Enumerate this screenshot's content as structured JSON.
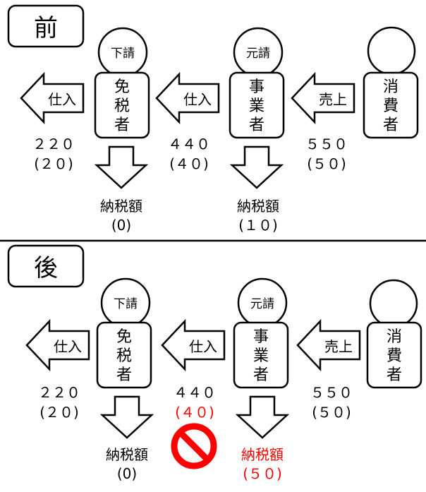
{
  "colors": {
    "stroke": "#000000",
    "fill": "#ffffff",
    "alert": "#ff0000"
  },
  "before": {
    "title": "前",
    "subcontractor": {
      "role": "下請",
      "name": [
        "免",
        "税",
        "者"
      ]
    },
    "prime": {
      "role": "元請",
      "name": [
        "事",
        "業",
        "者"
      ]
    },
    "consumer": {
      "name": [
        "消",
        "費",
        "者"
      ]
    },
    "arrows": {
      "purchase_left": "仕入",
      "purchase_mid": "仕入",
      "sales": "売上"
    },
    "amounts": {
      "a220": "２２０",
      "a220_tax": "(２０)",
      "a440": "４４０",
      "a440_tax": "(４０)",
      "a550": "５５０",
      "a550_tax": "(５０)"
    },
    "tax": {
      "label_sub": "納税額",
      "value_sub": "(0)",
      "label_prime": "納税額",
      "value_prime": "(１０)"
    }
  },
  "after": {
    "title": "後",
    "subcontractor": {
      "role": "下請",
      "name": [
        "免",
        "税",
        "者"
      ]
    },
    "prime": {
      "role": "元請",
      "name": [
        "事",
        "業",
        "者"
      ]
    },
    "consumer": {
      "name": [
        "消",
        "費",
        "者"
      ]
    },
    "arrows": {
      "purchase_left": "仕入",
      "purchase_mid": "仕入",
      "sales": "売上"
    },
    "amounts": {
      "a220": "２２０",
      "a220_tax": "(２０)",
      "a440": "４４０",
      "a440_tax": "(４０)",
      "a550": "５５０",
      "a550_tax": "(５０)"
    },
    "tax": {
      "label_sub": "納税額",
      "value_sub": "(0)",
      "label_prime": "納税額",
      "value_prime": "(５０)"
    },
    "prohibited_icon": "no-entry-icon"
  }
}
